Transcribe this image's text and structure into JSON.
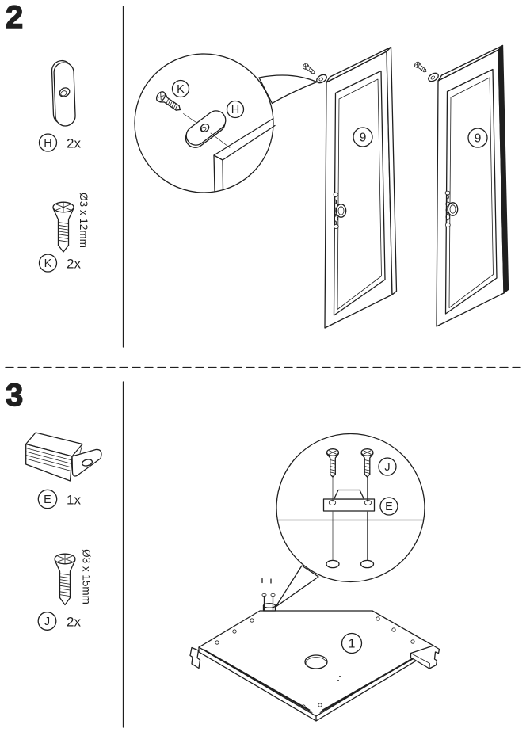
{
  "colors": {
    "line": "#1f1f1f",
    "background": "#ffffff"
  },
  "steps": [
    {
      "number": "2",
      "parts": [
        {
          "id": "H",
          "qty": "2x"
        },
        {
          "id": "K",
          "qty": "2x",
          "dim": "Ø3 x 12mm"
        }
      ],
      "callout_labels": [
        "K",
        "H"
      ],
      "piece_labels": [
        "9",
        "9"
      ]
    },
    {
      "number": "3",
      "parts": [
        {
          "id": "E",
          "qty": "1x"
        },
        {
          "id": "J",
          "qty": "2x",
          "dim": "Ø3 x 15mm"
        }
      ],
      "callout_labels": [
        "J",
        "E"
      ],
      "piece_labels": [
        "1"
      ]
    }
  ]
}
